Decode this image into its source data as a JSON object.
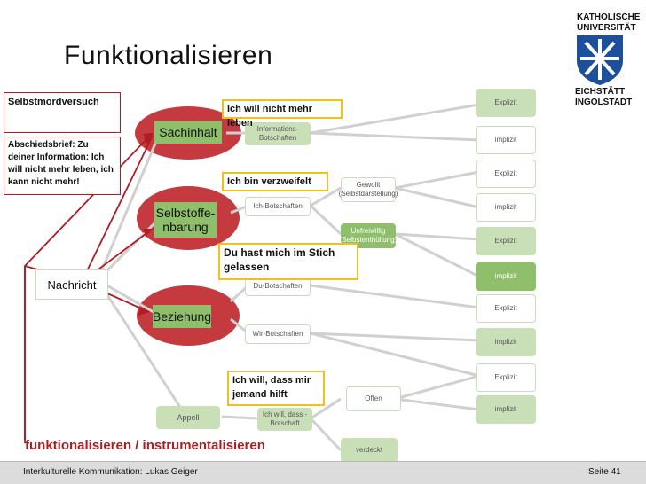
{
  "slide": {
    "title": "Funktionalisieren",
    "logo_top": [
      "KATHOLISCHE",
      "UNIVERSITÄT"
    ],
    "logo_bottom": [
      "EICHSTÄTT",
      "INGOLSTADT"
    ]
  },
  "left_boxes": {
    "selbstmord": "Selbstmordversuch",
    "abschied": "Abschiedsbrief: Zu deiner Information: Ich will nicht mehr leben, ich kann nicht mehr!"
  },
  "root": "Nachricht",
  "main_nodes": {
    "sach": "Sachinhalt",
    "selbst": "Selbstoffe- nbarung",
    "bez": "Beziehung",
    "appell": "Appell"
  },
  "sub_nodes": {
    "info": "Informations- Botschaften",
    "ich": "Ich-Botschaften",
    "du": "Du-Botschaften",
    "wir": "Wir-Botschaften",
    "ichwill": "Ich will, dass - Botschaft",
    "gewollt": "Gewollt (Selbstdarstellung)",
    "unfreiwillig": "Unfreiwillig (Selbstenthüllung)",
    "offen": "Offen",
    "verdeckt": "verdeckt"
  },
  "right_column": [
    "Explizit",
    "implizit",
    "Explizit",
    "implizit",
    "Explizit",
    "implizit",
    "Explizit",
    "implizit",
    "Explizit",
    "implizit"
  ],
  "callouts": {
    "c1": "Ich will nicht mehr leben",
    "c2": "Ich bin verzweifelt",
    "c3": "Du hast mich im Stich gelassen",
    "c4": "Ich will, dass mir jemand hilft"
  },
  "bottom_caption": "funktionalisieren / instrumentalisieren",
  "footer": {
    "left": "Interkulturelle Kommunikation: Lukas Geiger",
    "right": "Seite 41"
  },
  "colors": {
    "accent_red": "#b01c22",
    "node_green": "#8fbf6a",
    "pale_green": "#c9dfb8",
    "callout_yellow": "#f0c020"
  }
}
